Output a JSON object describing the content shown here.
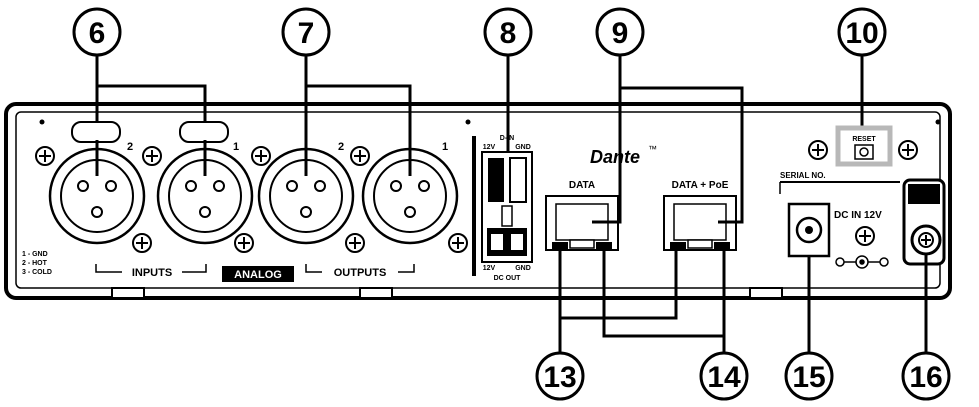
{
  "callouts": [
    "6",
    "7",
    "8",
    "9",
    "10",
    "13",
    "14",
    "15",
    "16"
  ],
  "pin_legend": [
    "1 - GND",
    "2 - HOT",
    "3 - COLD"
  ],
  "connector_numbers": {
    "input_2": "2",
    "input_1": "1",
    "output_2": "2",
    "output_1": "1"
  },
  "labels": {
    "inputs": "INPUTS",
    "analog": "ANALOG",
    "outputs": "OUTPUTS",
    "data": "DATA",
    "data_poe": "DATA + PoE",
    "brand": "Dante",
    "trademark": "™",
    "reset": "RESET",
    "serial": "SERIAL NO.",
    "dc_in": "DC IN 12V"
  },
  "switch_labels": {
    "top_center": "D-IN",
    "top_left": "12V",
    "top_right": "GND",
    "bottom_left": "12V",
    "bottom_right": "GND",
    "bottom_center": "DC OUT"
  },
  "colors": {
    "line": "#000000",
    "panel": "#ffffff",
    "badge_bg": "#000000",
    "badge_text": "#ffffff",
    "reset_box": "#b8b8b8"
  }
}
